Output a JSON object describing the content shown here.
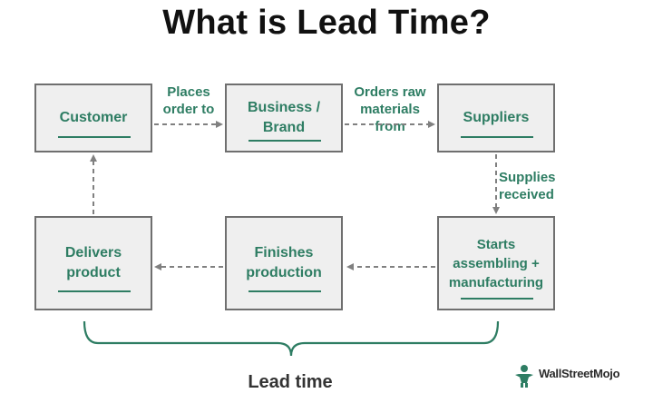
{
  "title": "What is Lead Time?",
  "nodes": {
    "customer": "Customer",
    "business": "Business /\nBrand",
    "suppliers": "Suppliers",
    "delivers": "Delivers\nproduct",
    "finishes": "Finishes\nproduction",
    "assembling": "Starts\nassembling +\nmanufacturing"
  },
  "edges": {
    "places_order": "Places\norder to",
    "orders_raw": "Orders raw\nmaterials\nfrom",
    "supplies_received": "Supplies\nreceived"
  },
  "bracket_label": "Lead time",
  "logo": {
    "text": "WallStreetMojo",
    "icon": "mojo-figure-icon"
  },
  "colors": {
    "accent": "#2e7d63",
    "box_fill": "#efefef",
    "box_border": "#6f6f6f",
    "arrow": "#808080"
  }
}
